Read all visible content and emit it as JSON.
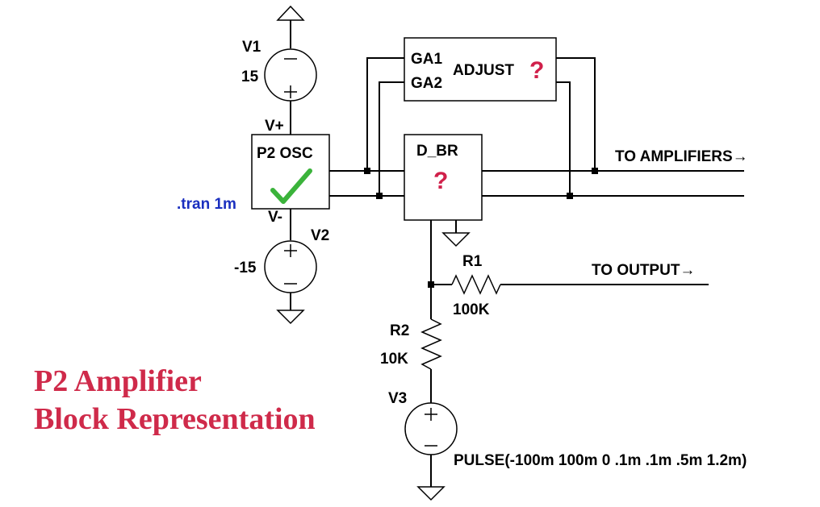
{
  "colors": {
    "wire": "#000000",
    "question": "#d0204a",
    "title": "#cf2a4a",
    "directive": "#1a2fbf",
    "check": "#3bb33b"
  },
  "components": {
    "v1": {
      "name": "V1",
      "value": "15"
    },
    "v2": {
      "name": "V2",
      "value": "-15"
    },
    "v3": {
      "name": "V3",
      "value": "PULSE(-100m 100m 0 .1m .1m .5m 1.2m)"
    },
    "r1": {
      "name": "R1",
      "value": "100K"
    },
    "r2": {
      "name": "R2",
      "value": "10K"
    },
    "osc": {
      "name": "P2 OSC",
      "vplus": "V+",
      "vminus": "V-",
      "status_icon": "check-icon"
    },
    "d_br": {
      "name": "D_BR",
      "mark": "?"
    },
    "adjust": {
      "ga1": "GA1",
      "ga2": "GA2",
      "name": "ADJUST",
      "mark": "?"
    }
  },
  "directive": ".tran 1m",
  "nets": {
    "to_amplifiers": "TO AMPLIFIERS→",
    "to_output": "TO OUTPUT→"
  },
  "title": {
    "line1": "P2 Amplifier",
    "line2": "Block Representation"
  }
}
